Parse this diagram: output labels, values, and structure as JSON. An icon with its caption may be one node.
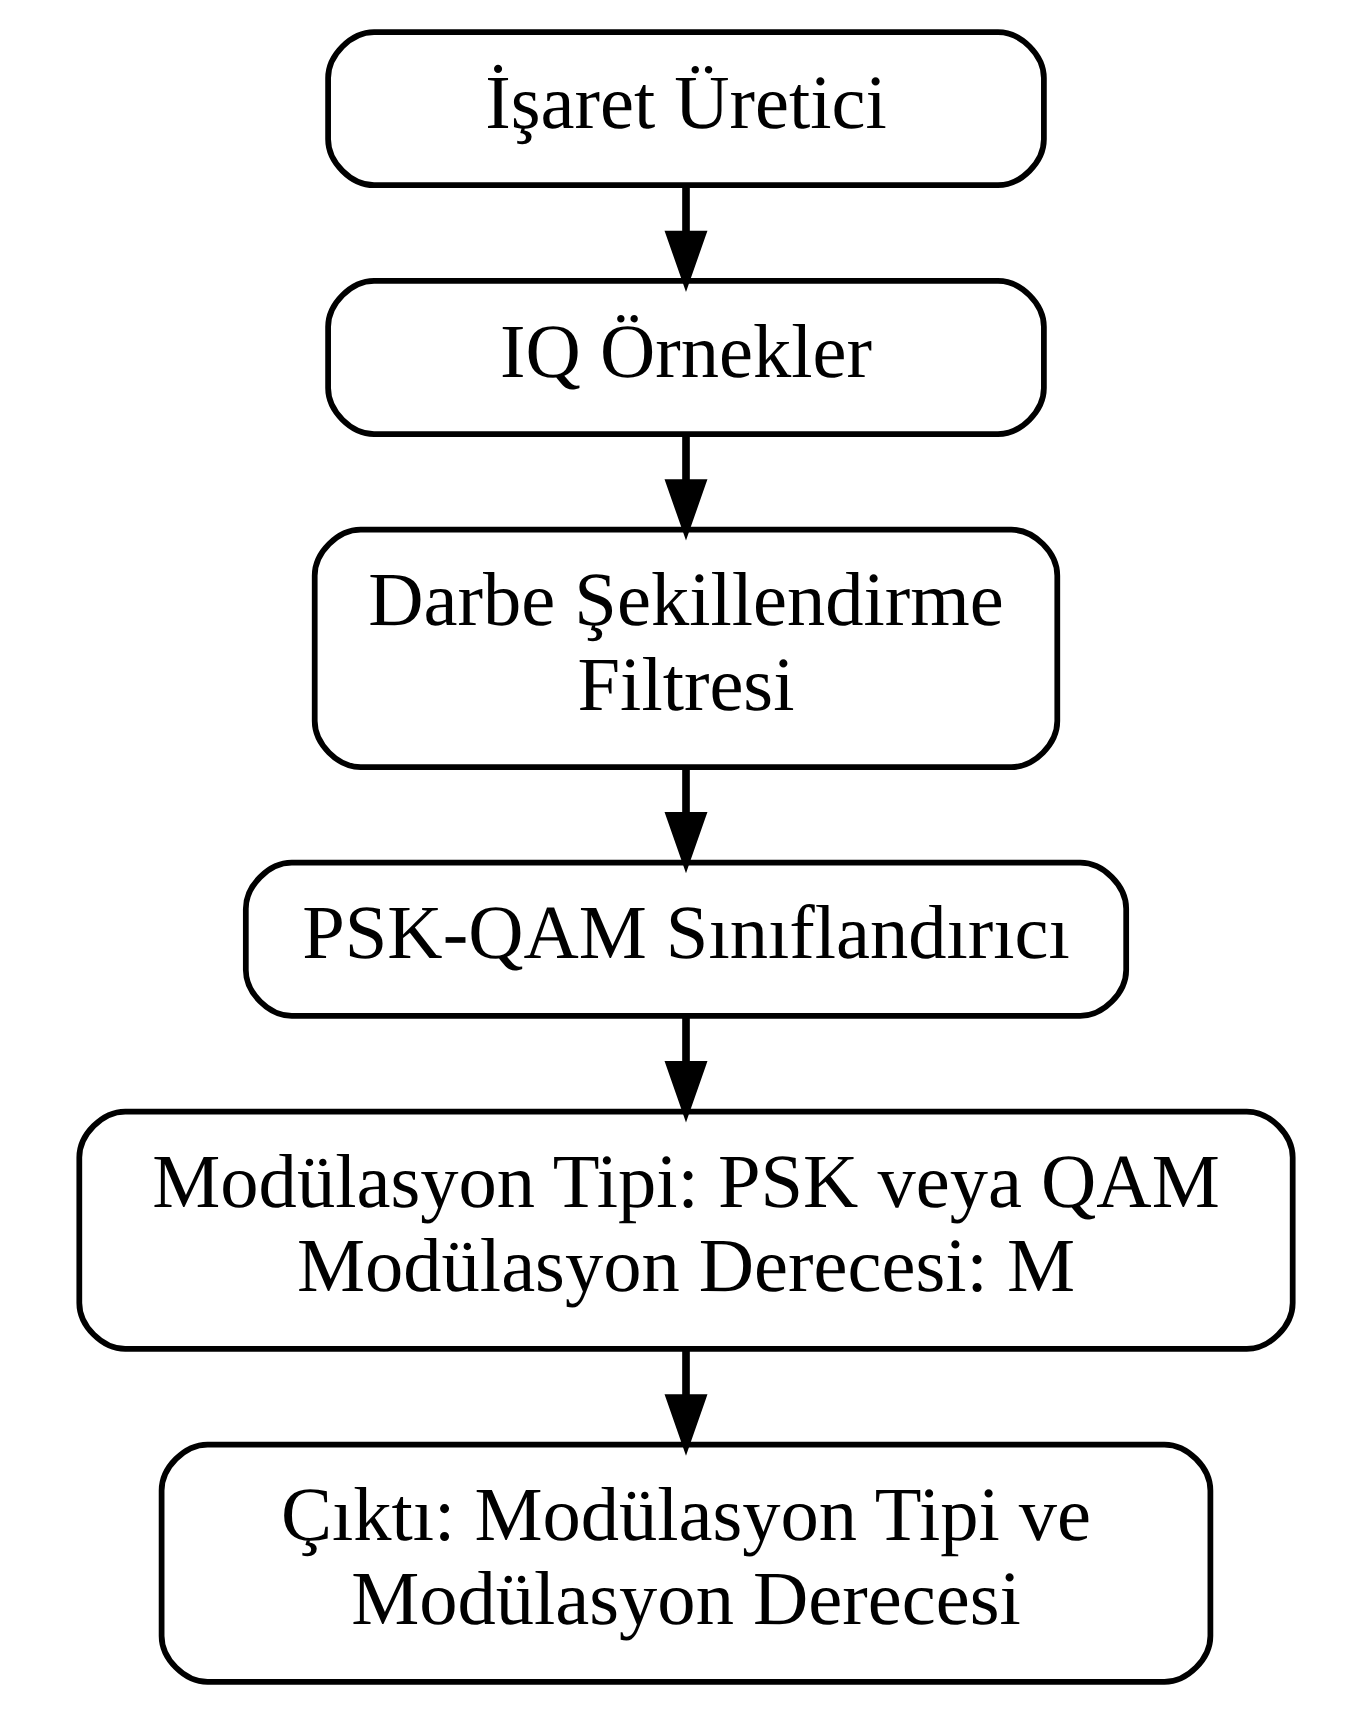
{
  "diagram": {
    "nodes": [
      {
        "text": [
          "İşaret Üretici"
        ]
      },
      {
        "text": [
          "IQ Örnekler"
        ]
      },
      {
        "text": [
          "Darbe Şekillendirme Filtresi"
        ]
      },
      {
        "text": [
          "PSK-QAM Sınıflandırıcı"
        ]
      },
      {
        "text": [
          "Modülasyon Tipi: PSK veya QAM Modülasyon Derecesi: M"
        ]
      },
      {
        "text": [
          "Çıktı: Modülasyon Tipi ve Modülasyon Derecesi"
        ]
      }
    ],
    "edges": [
      {
        "from": 0,
        "to": 1,
        "arrow": "to"
      },
      {
        "from": 1,
        "to": 2,
        "arrow": "to"
      },
      {
        "from": 2,
        "to": 3,
        "arrow": "to"
      },
      {
        "from": 3,
        "to": 4,
        "arrow": "to"
      },
      {
        "from": 4,
        "to": 5,
        "arrow": "to"
      }
    ]
  }
}
